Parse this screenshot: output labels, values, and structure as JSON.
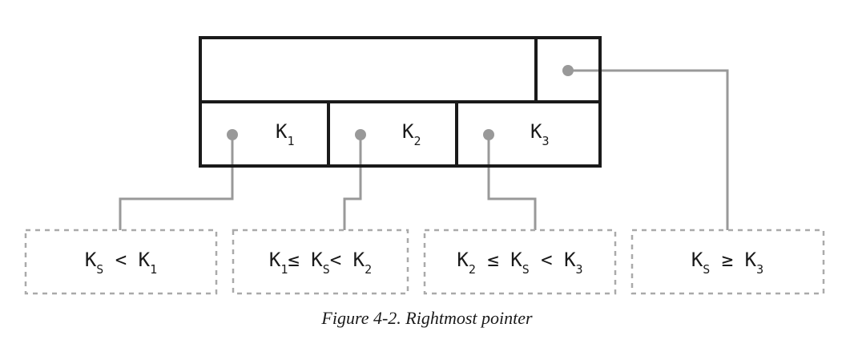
{
  "colors": {
    "box_stroke": "#1a1a1a",
    "pointer": "#999999",
    "dashed": "#aaaaaa"
  },
  "node": {
    "keys": [
      {
        "base": "K",
        "sub": "1"
      },
      {
        "base": "K",
        "sub": "2"
      },
      {
        "base": "K",
        "sub": "3"
      }
    ],
    "rightmost_pointer_icon": "pointer-dot-icon"
  },
  "children": [
    {
      "parts": [
        {
          "t": "K"
        },
        {
          "s": "S"
        },
        {
          "t": " < K"
        },
        {
          "s": "1"
        }
      ]
    },
    {
      "parts": [
        {
          "t": "K"
        },
        {
          "s": "1"
        },
        {
          "t": "≤ K"
        },
        {
          "s": "S"
        },
        {
          "t": "< K"
        },
        {
          "s": "2"
        }
      ]
    },
    {
      "parts": [
        {
          "t": "K"
        },
        {
          "s": "2"
        },
        {
          "t": " ≤ K"
        },
        {
          "s": "S"
        },
        {
          "t": " < K"
        },
        {
          "s": "3"
        }
      ]
    },
    {
      "parts": [
        {
          "t": "K"
        },
        {
          "s": "S"
        },
        {
          "t": " ≥ K"
        },
        {
          "s": "3"
        }
      ]
    }
  ],
  "caption": "Figure 4-2. Rightmost pointer"
}
